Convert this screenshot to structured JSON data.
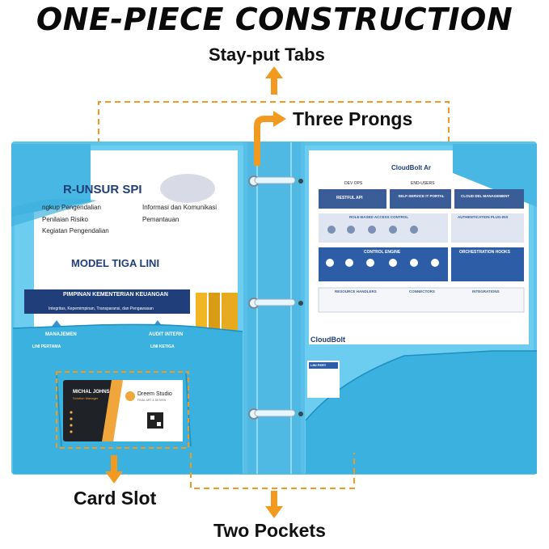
{
  "headline": "ONE-PIECE CONSTRUCTION",
  "callouts": {
    "tabs": "Stay-put Tabs",
    "prongs": "Three Prongs",
    "card": "Card Slot",
    "pockets": "Two Pockets"
  },
  "colors": {
    "accent": "#f29a1f",
    "folder": "#5cc4ea",
    "folder_dark": "#2ea5d6",
    "navy": "#1f3e7a"
  },
  "left_sheet": {
    "heading": "R-UNSUR SPI",
    "bullets": [
      "ngkup Pengendalian",
      "Penilaian Risiko",
      "Kegiatan Pengendalian",
      "Informasi dan Komunikasi",
      "Pemantauan"
    ],
    "model_title": "MODEL TIGA LINI",
    "box_title": "PIMPINAN KEMENTERIAN KEUANGAN",
    "box_sub": "Integritas, Kepemimpinan, Transparansi, dan Pengawasan",
    "manajemen": "MANAJEMEN",
    "audit": "AUDIT INTERN",
    "lini_pertama": "LINI PERTAMA",
    "lini_ketiga": "LINI KETIGA"
  },
  "card": {
    "name": "MICHAL JOHNS",
    "role": "Solution Manager",
    "brand": "Dreem Studio",
    "brand_sub": "FINAL ART & DESIGN"
  },
  "right_sheet": {
    "title": "CloudBolt Ar",
    "devops": "DEV OPS",
    "endusers": "END-USERS",
    "restful": "RESTFUL API",
    "selfservice": "SELF-SERVICE IT PORTAL",
    "cloudmgmt": "CLOUD DEL MANAGEMENT",
    "rbac": "ROLE-BASED ACCESS CONTROL",
    "authplugins": "AUTHENTICATION PLUG-INS",
    "control": "CONTROL ENGINE",
    "orchestration": "ORCHESTRATION HOOKS",
    "resource": "RESOURCE HANDLERS",
    "connectors": "CONNECTORS",
    "integrations": "INTEGRATIONS",
    "logo": "CloudBolt",
    "lini_pertama": "LINI PERT"
  }
}
